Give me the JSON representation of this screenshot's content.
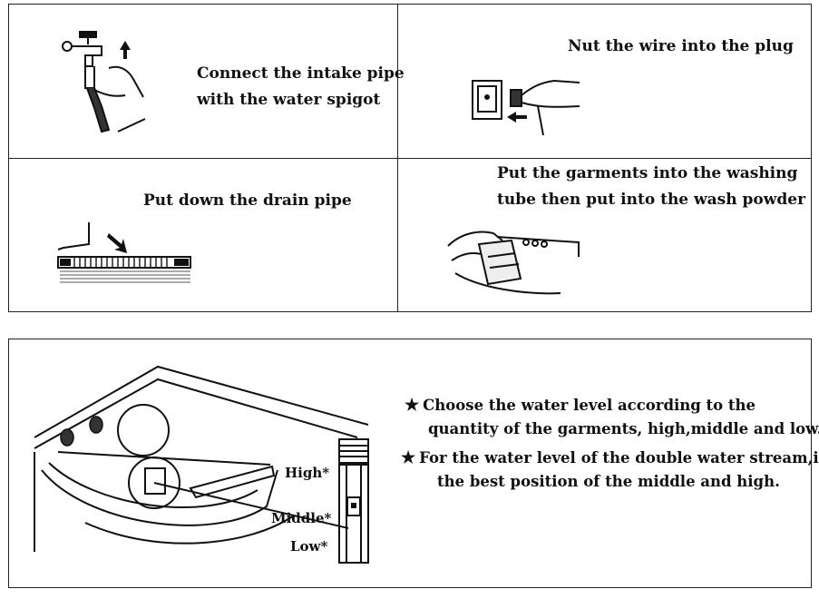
{
  "steps": [
    {
      "caption_line1": "Connect the intake pipe",
      "caption_line2": "with the water spigot"
    },
    {
      "caption_line1": "Nut the wire into the plug"
    },
    {
      "caption_line1": "Put down the drain pipe"
    },
    {
      "caption_line1": "Put the garments into the washing",
      "caption_line2": "tube then put into the wash powder"
    }
  ],
  "water_level": {
    "labels": {
      "high": "High*",
      "middle": "Middle*",
      "low": "Low*"
    },
    "star_symbol": "★",
    "notes": [
      {
        "line1": "Choose the water level according to the",
        "line2": "quantity of the garments, high,middle and low."
      },
      {
        "line1": "For the water level of the double water stream,it’s",
        "line2": "the best position of the middle and high."
      }
    ]
  }
}
